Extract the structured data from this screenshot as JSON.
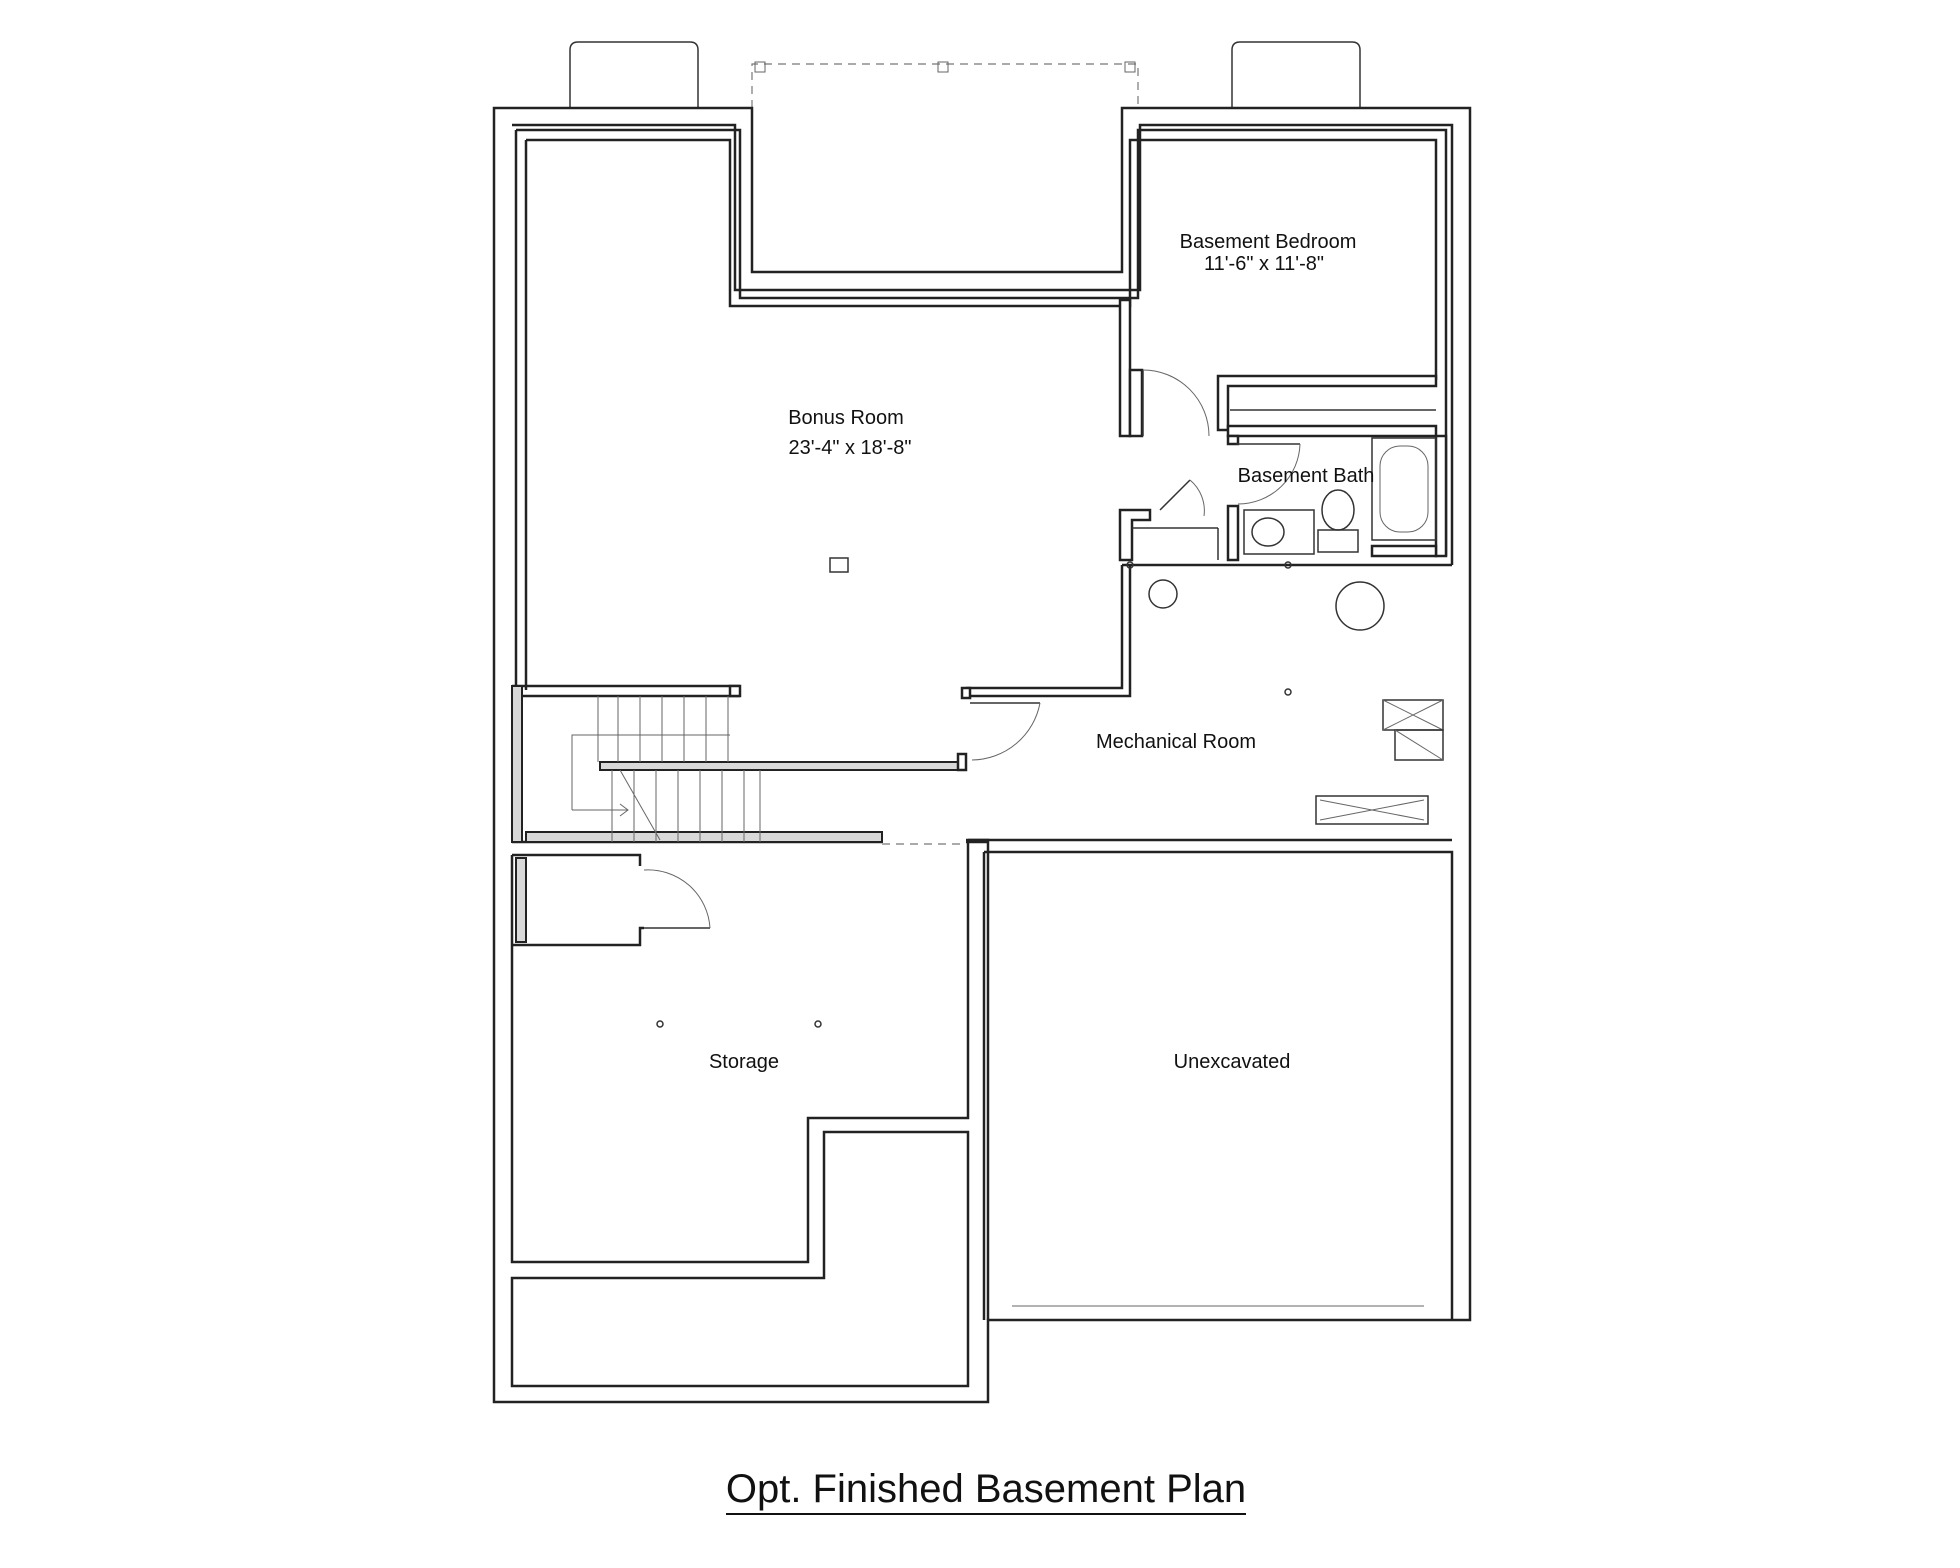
{
  "title": "Opt. Finished Basement Plan",
  "rooms": {
    "bonus": {
      "name": "Bonus Room",
      "size": "23'-4\" x 18'-8\""
    },
    "bedroom": {
      "name": "Basement Bedroom",
      "size": "11'-6\" x 11'-8\""
    },
    "bath": {
      "name": "Basement Bath"
    },
    "mechanical": {
      "name": "Mechanical Room"
    },
    "storage": {
      "name": "Storage"
    },
    "unexcavated": {
      "name": "Unexcavated"
    }
  }
}
